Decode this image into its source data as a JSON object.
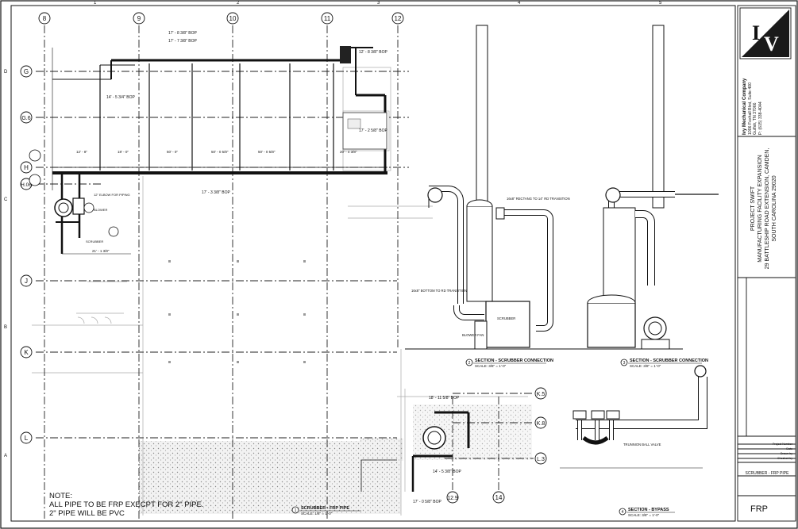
{
  "border_numbers": [
    "1",
    "2",
    "3",
    "4",
    "5"
  ],
  "border_letters": [
    "D",
    "C",
    "B",
    "A"
  ],
  "column_grids": [
    "8",
    "9",
    "10",
    "11",
    "12"
  ],
  "row_grids": [
    "G",
    "G.6",
    "H",
    "H.06",
    "J",
    "K",
    "L"
  ],
  "bottom_grids": [
    "12.9",
    "14"
  ],
  "right_grids": [
    "K.5",
    "K.8",
    "L.3"
  ],
  "notes": {
    "heading": "NOTE:",
    "line1": "ALL PIPE TO BE FRP EXECPT FOR 2\" PIPE.",
    "line2": "2\" PIPE WILL BE PVC"
  },
  "plan_labels": {
    "pipe_top_a": "17' - 8 3/8\" BOP",
    "pipe_top_b": "17' - 7 3/8\" BOP",
    "pipe_main": "14' - 5 3/4\" BOP",
    "pipe_right": "17' - 2 5/8\" BOP",
    "pipe_h": "17' - 3 3/8\" BOP",
    "pipe_hood": "12' - 8 3/8\" BOP",
    "dim_a": "12' - 8\"",
    "dim_b": "18' - 0\"",
    "dim_c": "50' - 0\"",
    "dim_d": "50' - 0 5/8\"",
    "dim_e": "50' - 0 5/8\"",
    "dim_f": "20' - 4 3/8\"",
    "dim_g": "21' - 1 3/8\"",
    "elbow": "12\" ELBOW FOR PIPING",
    "blower": "BLOWER",
    "scrubber": "SCRUBBER",
    "lower_a": "18' - 11 5/8\" BOP",
    "lower_b": "14' - 5 3/8\" BOP",
    "lower_c": "17' - 0 5/8\" BOP"
  },
  "sections": {
    "s1_title": "SECTION - SCRUBBER CONNECTION",
    "s1_scale": "SCALE: 3/8\" = 1'-0\"",
    "s1_num": "2",
    "s2_title": "SECTION - SCRUBBER CONNECTION",
    "s2_scale": "SCALE: 3/8\" = 1'-0\"",
    "s2_num": "3",
    "s3_title": "SCRUBBER - FRP PIPE",
    "s3_scale": "SCALE: 1/8\" = 1'-0\"",
    "s3_num": "1",
    "s4_title": "SECTION - BYPASS",
    "s4_scale": "SCALE: 3/8\" = 1'-0\"",
    "s4_num": "4",
    "label_trans": "16x8\" RECTANG TO 14\" RD TRANSITION",
    "label_trans2": "16x8\" BOTTOM TO RD TRANSITION",
    "label_scrubber": "SCRUBBER",
    "label_blower": "BLOWER FAN",
    "label_bypass": "TRUNNION BALL VALVE"
  },
  "title_block": {
    "company": "Ivy Mechanical Company",
    "address1": "1006 Foxhall Blvd, Suite 400",
    "address2": "Gulfstr, TN 37066",
    "phone": "P: (615) 338-4044",
    "project_line1": "PROJECT SWIFT",
    "project_line2": "MANUFACTURING FACILITY EXPANSION",
    "project_line3": "29 BATTLESHIP ROAD EXTENSION, CAMDEN,",
    "project_line4": "SOUTH CAROLINA 29020",
    "sheet_desc": "SCRUBBER - FRP PIPE",
    "sheet_num": "FRP",
    "rows": [
      "Project Number",
      "Date",
      "Drawn by",
      "Checked by"
    ]
  },
  "colors": {
    "line": "#111111",
    "hatch": "#cfcfcf",
    "grid": "#222222"
  }
}
